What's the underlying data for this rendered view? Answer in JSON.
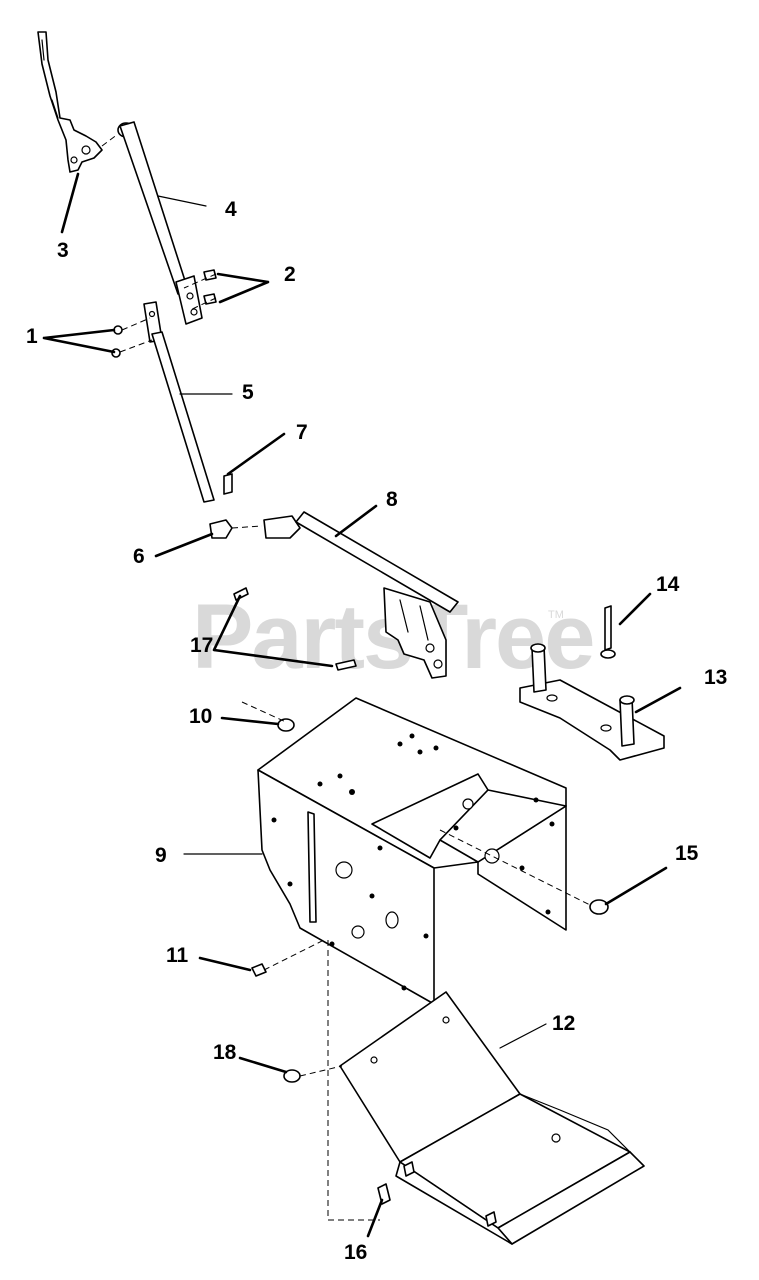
{
  "watermark": {
    "text": "PartsTree",
    "trademark": "TM"
  },
  "callouts": [
    {
      "id": "1",
      "label": "1"
    },
    {
      "id": "2",
      "label": "2"
    },
    {
      "id": "3",
      "label": "3"
    },
    {
      "id": "4",
      "label": "4"
    },
    {
      "id": "5",
      "label": "5"
    },
    {
      "id": "6",
      "label": "6"
    },
    {
      "id": "7",
      "label": "7"
    },
    {
      "id": "8",
      "label": "8"
    },
    {
      "id": "9",
      "label": "9"
    },
    {
      "id": "10",
      "label": "10"
    },
    {
      "id": "11",
      "label": "11"
    },
    {
      "id": "12",
      "label": "12"
    },
    {
      "id": "13",
      "label": "13"
    },
    {
      "id": "14",
      "label": "14"
    },
    {
      "id": "15",
      "label": "15"
    },
    {
      "id": "16",
      "label": "16"
    },
    {
      "id": "17",
      "label": "17"
    },
    {
      "id": "18",
      "label": "18"
    }
  ]
}
